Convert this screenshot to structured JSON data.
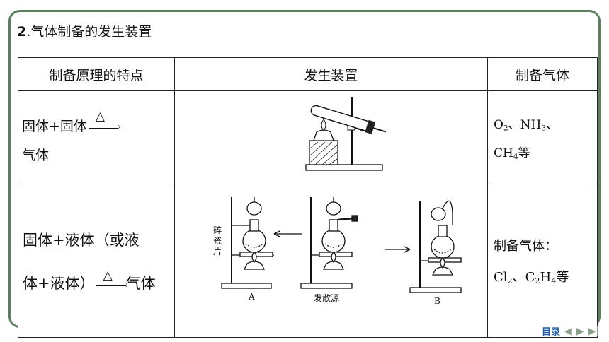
{
  "heading": {
    "number": "2",
    "text": ".气体制备的发生装置"
  },
  "table": {
    "headers": [
      "制备原理的特点",
      "发生装置",
      "制备气体"
    ],
    "row1": {
      "principle_line1": "固体+固体",
      "condition": "△",
      "principle_line2": "气体",
      "gases_line1_a": "O",
      "gases_line1_b": "2",
      "gases_line1_c": "、NH",
      "gases_line1_d": "3",
      "gases_line1_e": "、",
      "gases_line2_a": "CH",
      "gases_line2_b": "4",
      "gases_line2_c": "等"
    },
    "row2": {
      "principle_line1": "固体+液体（或液",
      "principle_line2_a": "体+液体）",
      "condition": "△",
      "principle_line2_b": "气体",
      "label_shards": [
        "碎",
        "瓷",
        "片"
      ],
      "label_a": "A",
      "label_center": "发散源",
      "label_b": "B",
      "gases_line1": "制备气体：",
      "gases_line2_a": "Cl",
      "gases_line2_b": "2",
      "gases_line2_c": "、C",
      "gases_line2_d": "2",
      "gases_line2_e": "H",
      "gases_line2_f": "4",
      "gases_line2_g": "等"
    }
  },
  "nav": {
    "toc": "目录",
    "prev": "◀",
    "next": "▶",
    "last": "▶|"
  }
}
